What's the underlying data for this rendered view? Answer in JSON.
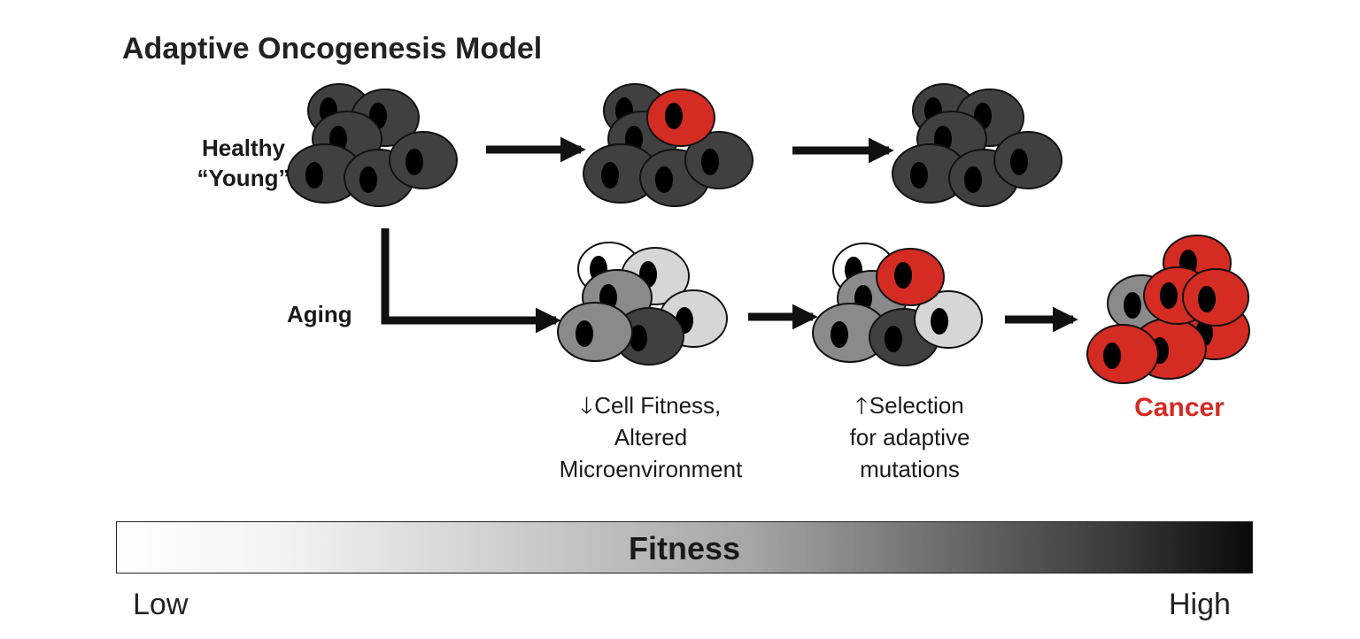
{
  "title": "Adaptive Oncogenesis Model",
  "rows": {
    "healthy_label": [
      "Healthy",
      "“Young”"
    ],
    "aging_label": "Aging"
  },
  "captions": {
    "fitness_decrease": {
      "arrow": "down",
      "lines": [
        "Cell Fitness,",
        "Altered",
        "Microenvironment"
      ]
    },
    "selection_increase": {
      "arrow": "up",
      "lines": [
        "Selection",
        "for adaptive",
        "mutations"
      ]
    },
    "cancer": "Cancer"
  },
  "fitness_scale": {
    "label": "Fitness",
    "low": "Low",
    "high": "High"
  },
  "colors": {
    "healthy_cell": "#404040",
    "mutant_cell": "#d42b23",
    "aged_cell_mid": "#8a8a8a",
    "aged_cell_light": "#d6d6d6",
    "aged_cell_white": "#ffffff",
    "nucleus": "#000000",
    "cancer_text": "#d42b23"
  }
}
